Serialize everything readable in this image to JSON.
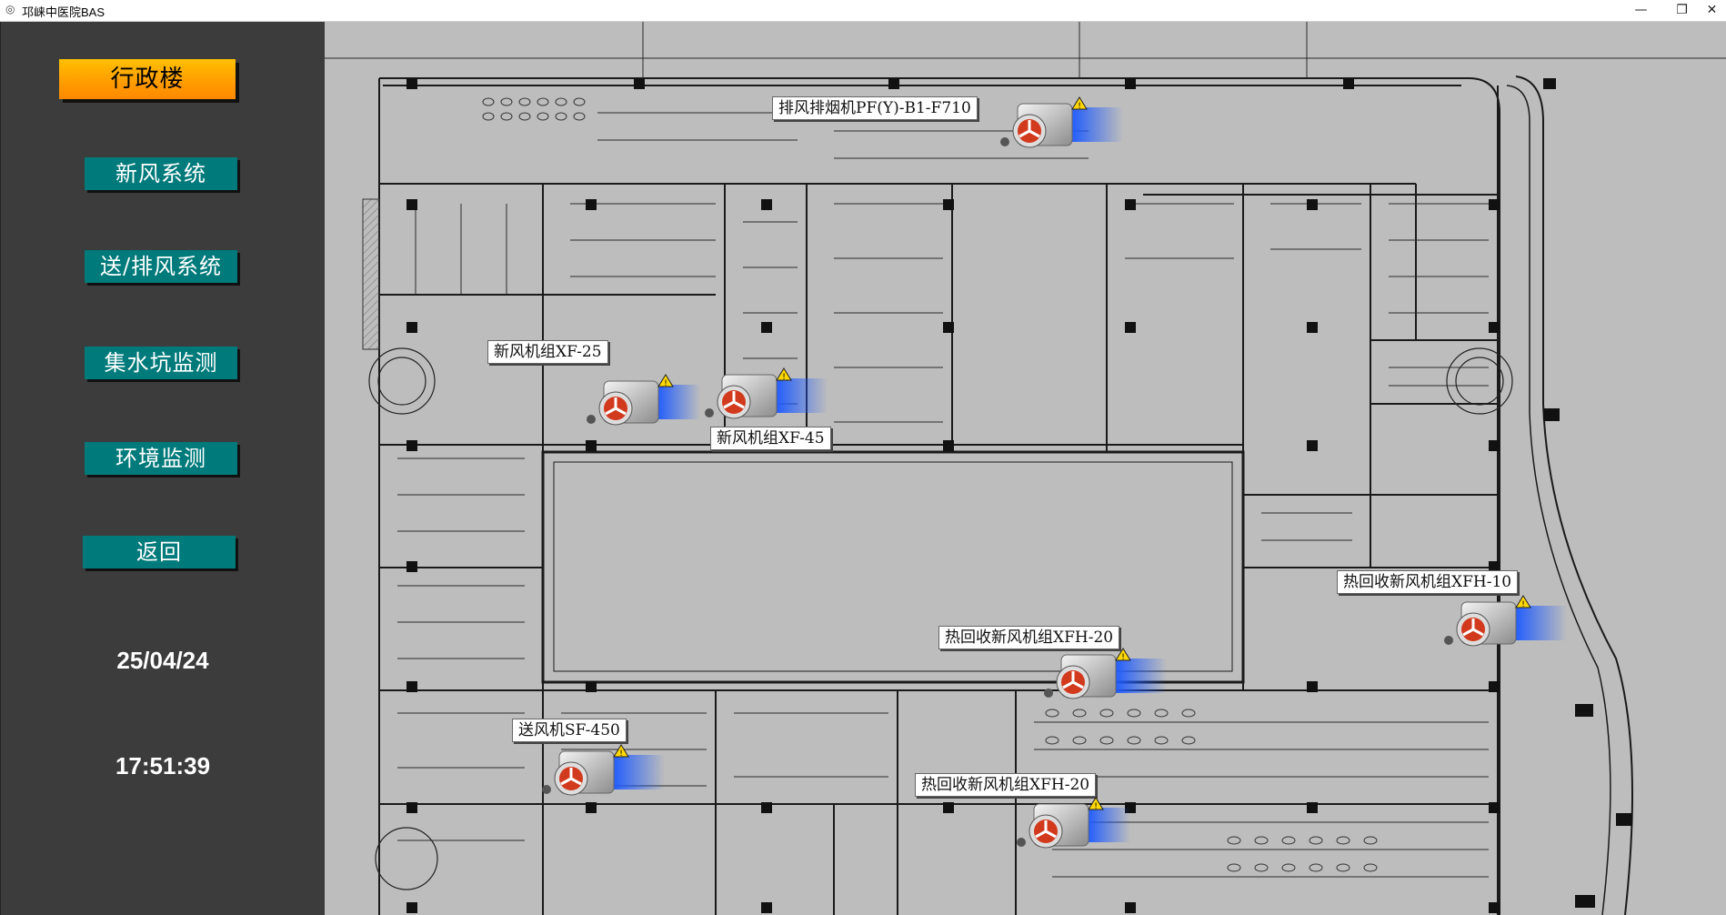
{
  "window": {
    "title": "邛崃中医院BAS",
    "app_icon": "app-logo-icon",
    "min_glyph": "—",
    "max_glyph": "❐",
    "close_glyph": "✕"
  },
  "sidebar": {
    "items": [
      {
        "label": "行政楼",
        "active": true
      },
      {
        "label": "新风系统",
        "active": false
      },
      {
        "label": "送/排风系统",
        "active": false
      },
      {
        "label": "集水坑监测",
        "active": false
      },
      {
        "label": "环境监测",
        "active": false
      },
      {
        "label": "返回",
        "active": false
      }
    ],
    "date": "25/04/24",
    "time": "17:51:39"
  },
  "equipment": [
    {
      "label": "排风排烟机PF(Y)-B1-F710",
      "icon": "exhaust-fan-icon",
      "warning": true
    },
    {
      "label": "新风机组XF-25",
      "icon": "air-handler-icon",
      "warning": true
    },
    {
      "label": "新风机组XF-45",
      "icon": "air-handler-icon",
      "warning": true
    },
    {
      "label": "热回收新风机组XFH-10",
      "icon": "air-handler-icon",
      "warning": true
    },
    {
      "label": "热回收新风机组XFH-20",
      "icon": "air-handler-icon",
      "warning": true
    },
    {
      "label": "送风机SF-450",
      "icon": "supply-fan-icon",
      "warning": true
    },
    {
      "label": "热回收新风机组XFH-20",
      "icon": "air-handler-icon",
      "warning": true
    }
  ],
  "colors": {
    "sidebar_bg": "#3c3c3c",
    "button_teal": "#007a7a",
    "active_orange": "#ffa000",
    "plan_bg": "#bdbdbd",
    "airflow_blue": "#1e5bff",
    "warning_yellow": "#ffd800"
  }
}
